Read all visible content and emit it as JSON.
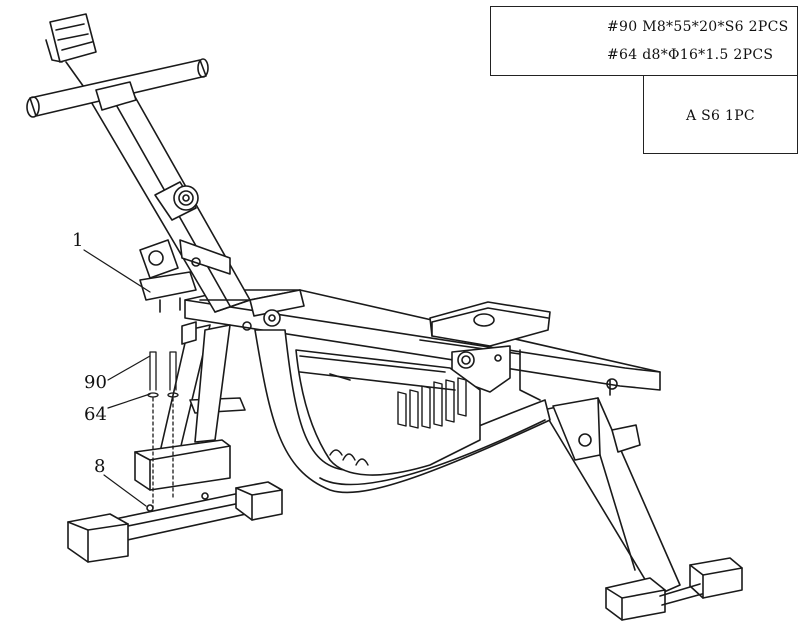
{
  "parts": [
    {
      "code": "#90",
      "spec": "M8*55*20*S6",
      "qty": "2PCS"
    },
    {
      "code": "#64",
      "spec": "d8*Φ16*1.5",
      "qty": "2PCS"
    }
  ],
  "tool": {
    "label": "A S6 1PC"
  },
  "callouts": {
    "frame": "1",
    "bolt": "90",
    "washer": "64",
    "stabilizer": "8"
  }
}
